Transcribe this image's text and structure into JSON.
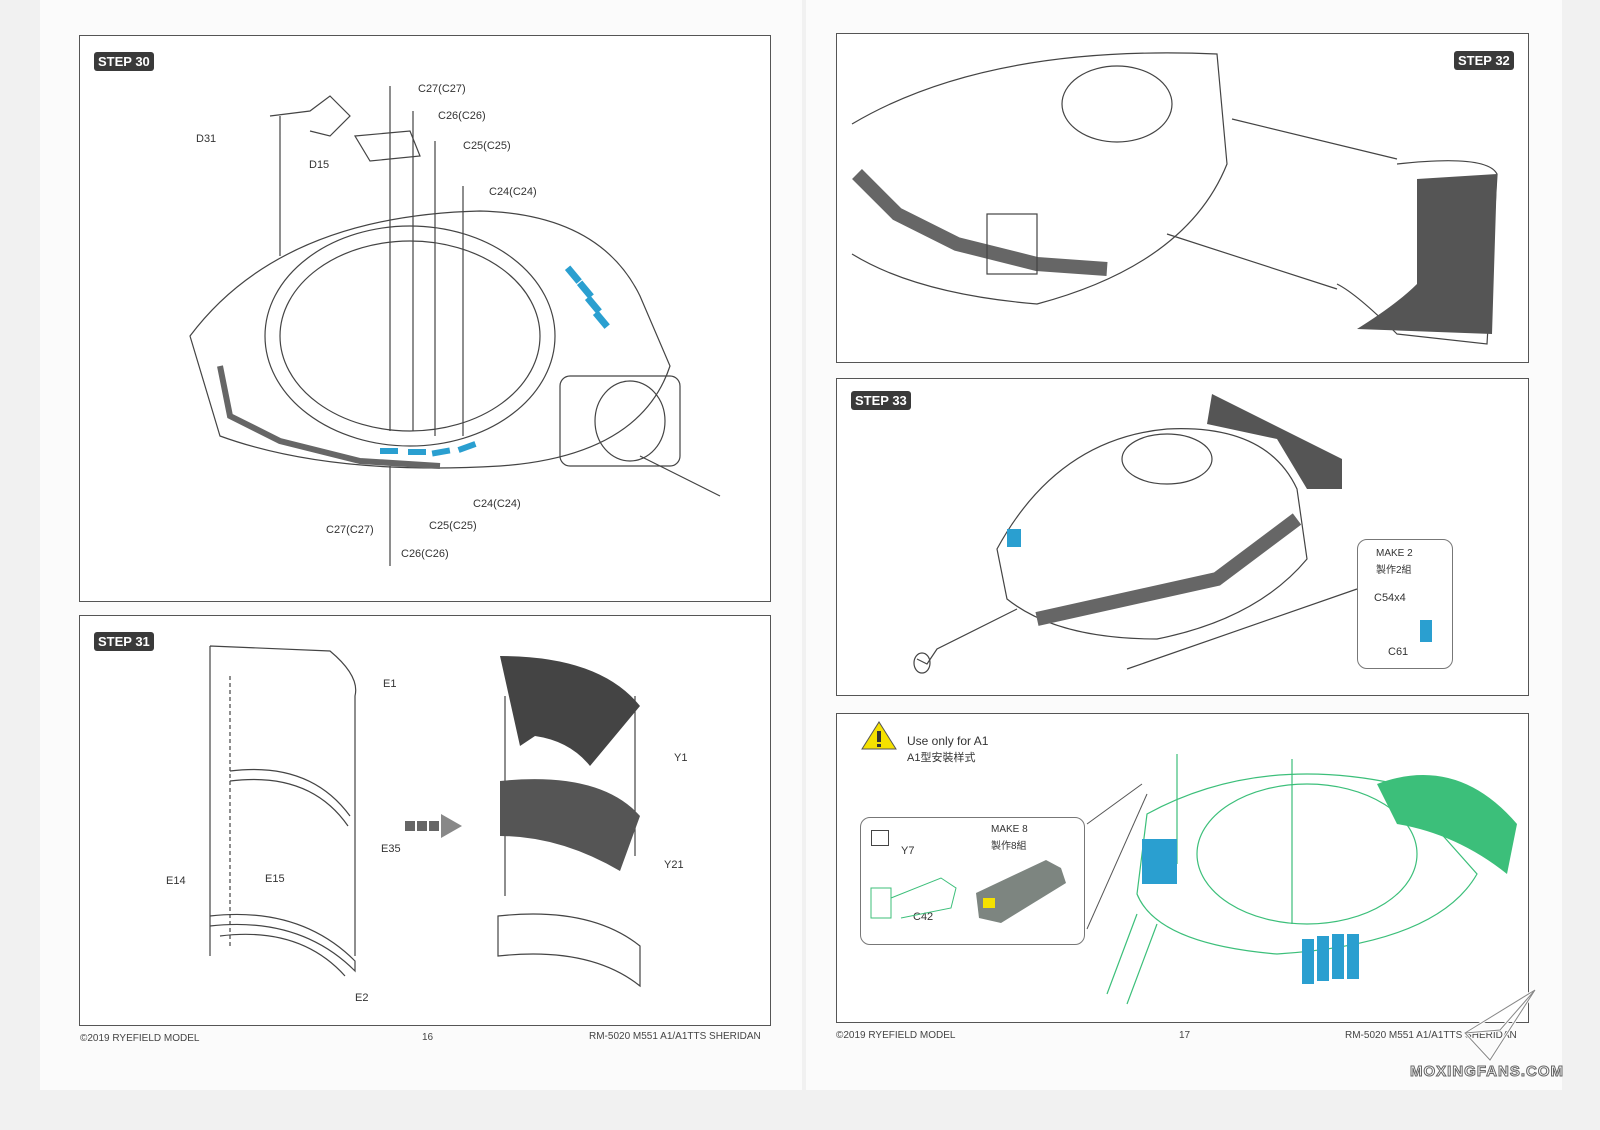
{
  "left_page": {
    "step30": {
      "title": "STEP 30",
      "labels": [
        "C27(C27)",
        "C26(C26)",
        "C25(C25)",
        "C24(C24)",
        "D31",
        "D15",
        "C24(C24)",
        "C25(C25)",
        "C27(C27)",
        "C26(C26)"
      ]
    },
    "step31": {
      "title": "STEP 31",
      "labels": [
        "E1",
        "E35",
        "E14",
        "E15",
        "E2",
        "Y1",
        "Y21"
      ]
    },
    "footer": {
      "copyright": "©2019 RYEFIELD MODEL",
      "page_number": "16",
      "product": "RM-5020 M551 A1/A1TTS SHERIDAN"
    }
  },
  "right_page": {
    "step32": {
      "title": "STEP 32"
    },
    "step33": {
      "title": "STEP 33",
      "inset": {
        "make": "MAKE 2",
        "make_cn": "製作2組",
        "labels": [
          "C54x4",
          "C61"
        ]
      }
    },
    "step34": {
      "warning": {
        "text": "Use only for A1",
        "text_cn": "A1型安裝样式"
      },
      "inset": {
        "make": "MAKE 8",
        "make_cn": "製作8組",
        "labels": [
          "Y7",
          "C42"
        ]
      }
    },
    "footer": {
      "copyright": "©2019 RYEFIELD MODEL",
      "page_number": "17",
      "product": "RM-5020 M551 A1/A1TTS SHERIDAN"
    }
  },
  "watermark": "MOXINGFANS.COM",
  "colors": {
    "part_highlight": "#2a9fd0",
    "green_lines": "#3cbf7a",
    "step_badge": "#3a3a3a"
  }
}
